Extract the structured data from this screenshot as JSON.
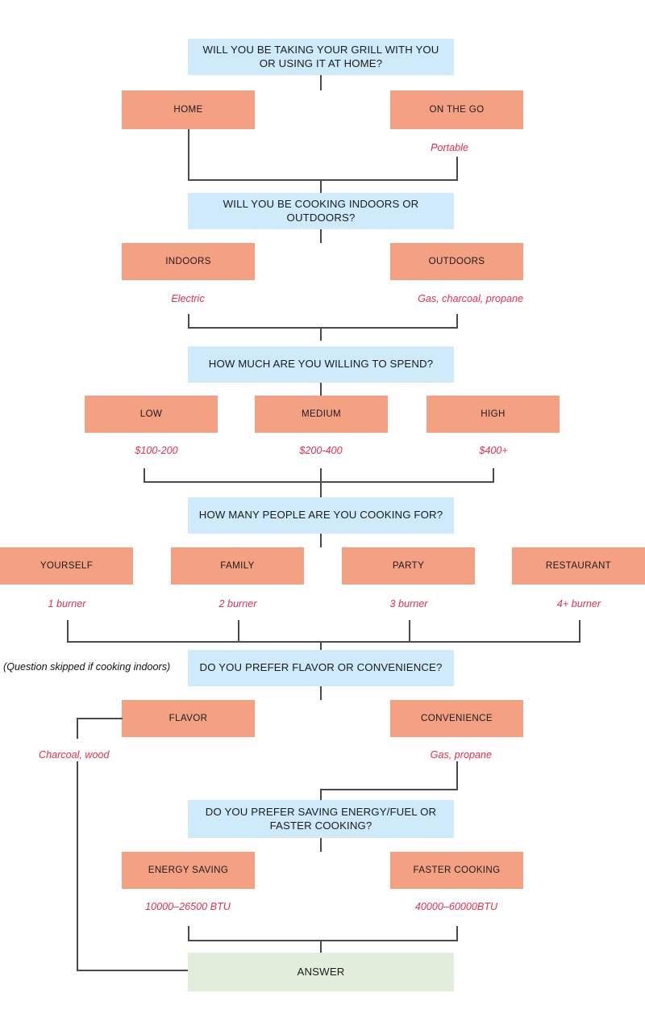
{
  "diagram": {
    "title_type": "decision-flowchart",
    "colors": {
      "question": "#cfeafb",
      "option": "#f4a183",
      "answer": "#e3eddc",
      "note": "#e2314f",
      "line": "#4a4a4a",
      "background": "#ffffff"
    },
    "questions": [
      {
        "id": "q1",
        "text": "WILL YOU BE TAKING YOUR GRILL WITH YOU OR USING IT AT HOME?"
      },
      {
        "id": "q2",
        "text": "WILL YOU BE COOKING INDOORS OR OUTDOORS?"
      },
      {
        "id": "q3",
        "text": "HOW MUCH ARE YOU WILLING TO SPEND?"
      },
      {
        "id": "q4",
        "text": "HOW MANY PEOPLE ARE YOU COOKING FOR?"
      },
      {
        "id": "q5",
        "text": "DO YOU PREFER FLAVOR OR CONVENIENCE?"
      },
      {
        "id": "q6",
        "text": "DO YOU PREFER SAVING ENERGY/FUEL OR FASTER COOKING?"
      }
    ],
    "options": [
      {
        "id": "o-home",
        "label": "HOME",
        "note": ""
      },
      {
        "id": "o-on-the-go",
        "label": "ON THE GO",
        "note": "Portable"
      },
      {
        "id": "o-indoors",
        "label": "INDOORS",
        "note": "Electric"
      },
      {
        "id": "o-outdoors",
        "label": "OUTDOORS",
        "note": "Gas, charcoal, propane"
      },
      {
        "id": "o-low",
        "label": "LOW",
        "note": "$100-200"
      },
      {
        "id": "o-medium",
        "label": "MEDIUM",
        "note": "$200-400"
      },
      {
        "id": "o-high",
        "label": "HIGH",
        "note": "$400+"
      },
      {
        "id": "o-yourself",
        "label": "YOURSELF",
        "note": "1 burner"
      },
      {
        "id": "o-family",
        "label": "FAMILY",
        "note": "2 burner"
      },
      {
        "id": "o-party",
        "label": "PARTY",
        "note": "3 burner"
      },
      {
        "id": "o-restaurant",
        "label": "RESTAURANT",
        "note": "4+ burner"
      },
      {
        "id": "o-flavor",
        "label": "FLAVOR",
        "note": "Charcoal, wood"
      },
      {
        "id": "o-convenience",
        "label": "CONVENIENCE",
        "note": "Gas, propane"
      },
      {
        "id": "o-energy-saving",
        "label": "ENERGY SAVING",
        "note": "10000–26500 BTU"
      },
      {
        "id": "o-faster-cooking",
        "label": "FASTER COOKING",
        "note": "40000–60000BTU"
      }
    ],
    "annotations": [
      {
        "id": "skip-note",
        "text": "(Question skipped if cooking indoors)"
      }
    ],
    "answer": {
      "label": "ANSWER"
    }
  }
}
